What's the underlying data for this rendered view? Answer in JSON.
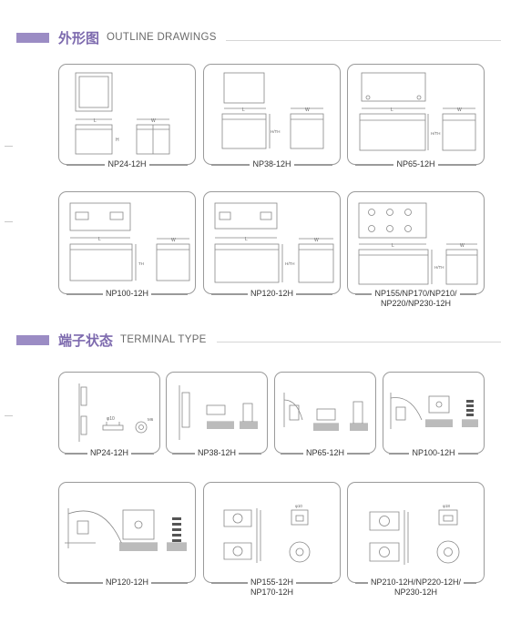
{
  "sections": {
    "outline": {
      "title_cn": "外形图",
      "title_en": "OUTLINE DRAWINGS"
    },
    "terminal": {
      "title_cn": "端子状态",
      "title_en": "TERMINAL TYPE"
    }
  },
  "outline_cards": [
    {
      "label": "NP24-12H"
    },
    {
      "label": "NP38-12H"
    },
    {
      "label": "NP65-12H"
    },
    {
      "label": "NP100-12H"
    },
    {
      "label": "NP120-12H"
    },
    {
      "label_line1": "NP155/NP170/NP210/",
      "label_line2": "NP220/NP230-12H"
    }
  ],
  "terminal_cards": [
    {
      "label": "NP24-12H"
    },
    {
      "label": "NP38-12H"
    },
    {
      "label": "NP65-12H"
    },
    {
      "label": "NP100-12H"
    },
    {
      "label": "NP120-12H"
    },
    {
      "label_line1": "NP155-12H",
      "label_line2": "NP170-12H"
    },
    {
      "label_line1": "NP210-12H/NP220-12H/",
      "label_line2": "NP230-12H"
    }
  ],
  "drawing_marks": {
    "length": "L",
    "width": "W",
    "height": "H",
    "total_height": "H/TH",
    "th": "TH",
    "dim_phi10": "φ10",
    "dim_m6": "M6",
    "dim_phi18": "φ18"
  },
  "colors": {
    "accent": "#9b8cc4",
    "accent_text": "#7d6aae",
    "border": "#9a9a9a"
  }
}
